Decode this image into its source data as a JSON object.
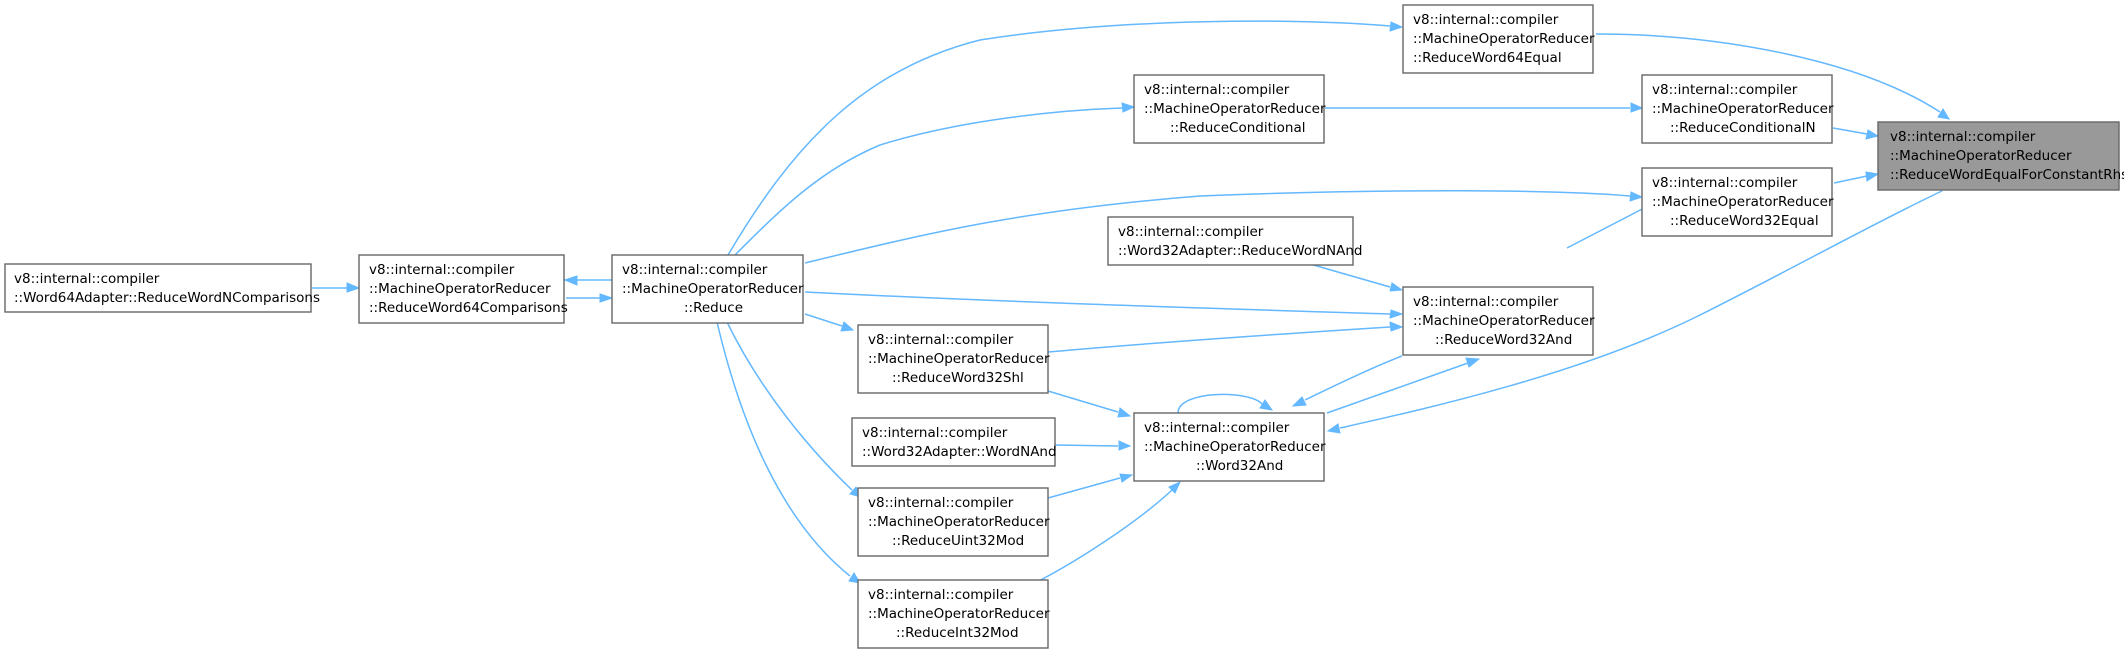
{
  "nodes": {
    "target": [
      "v8::internal::compiler",
      "::MachineOperatorReducer",
      "::ReduceWordEqualForConstantRhs"
    ],
    "w64eq": [
      "v8::internal::compiler",
      "::MachineOperatorReducer",
      "::ReduceWord64Equal"
    ],
    "condN": [
      "v8::internal::compiler",
      "::MachineOperatorReducer",
      "::ReduceConditionalN"
    ],
    "w32eq": [
      "v8::internal::compiler",
      "::MachineOperatorReducer",
      "::ReduceWord32Equal"
    ],
    "cond": [
      "v8::internal::compiler",
      "::MachineOperatorReducer",
      "::ReduceConditional"
    ],
    "w32a_rwna": [
      "v8::internal::compiler",
      "::Word32Adapter::ReduceWordNAnd"
    ],
    "rw32and": [
      "v8::internal::compiler",
      "::MachineOperatorReducer",
      "::ReduceWord32And"
    ],
    "reduce": [
      "v8::internal::compiler",
      "::MachineOperatorReducer",
      "::Reduce"
    ],
    "w64cmp": [
      "v8::internal::compiler",
      "::MachineOperatorReducer",
      "::ReduceWord64Comparisons"
    ],
    "w64a": [
      "v8::internal::compiler",
      "::Word64Adapter::ReduceWordNComparisons"
    ],
    "w32shl": [
      "v8::internal::compiler",
      "::MachineOperatorReducer",
      "::ReduceWord32Shl"
    ],
    "w32a_wna": [
      "v8::internal::compiler",
      "::Word32Adapter::WordNAnd"
    ],
    "word32and": [
      "v8::internal::compiler",
      "::MachineOperatorReducer",
      "::Word32And"
    ],
    "uint32mod": [
      "v8::internal::compiler",
      "::MachineOperatorReducer",
      "::ReduceUint32Mod"
    ],
    "int32mod": [
      "v8::internal::compiler",
      "::MachineOperatorReducer",
      "::ReduceInt32Mod"
    ]
  },
  "colors": {
    "edge": "#63b8ff",
    "node_border": "#666666",
    "highlight_fill": "#999999"
  }
}
